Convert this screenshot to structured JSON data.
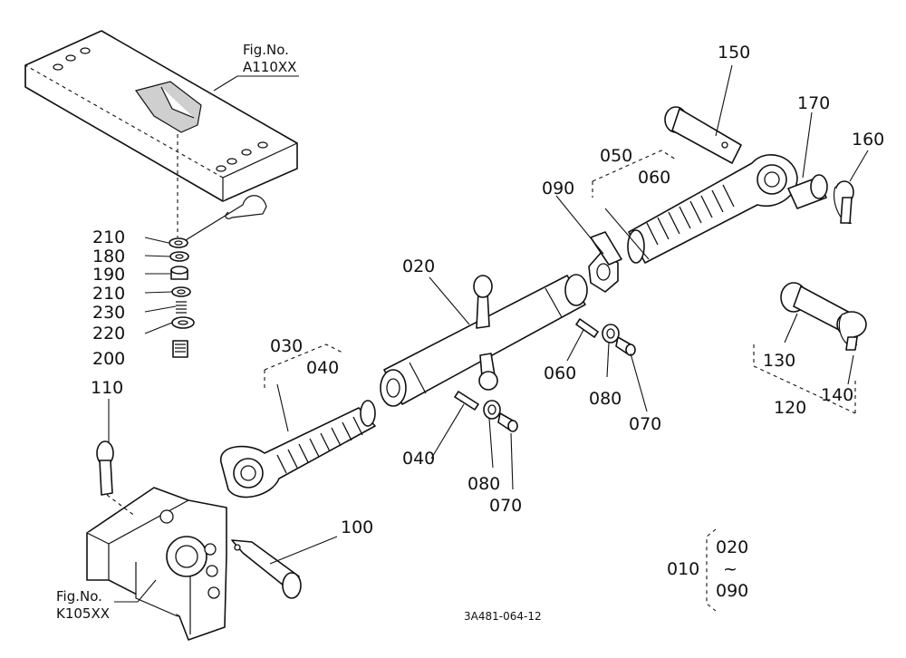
{
  "figure": {
    "ref_top": {
      "line1": "Fig.No.",
      "line2": "A110XX"
    },
    "ref_bottom": {
      "line1": "Fig.No.",
      "line2": "K105XX"
    },
    "code": "3A481-064-12"
  },
  "labels": {
    "p010": "010",
    "p020": "020",
    "p030": "030",
    "p040": "040",
    "p050": "050",
    "p060": "060",
    "p070": "070",
    "p080": "080",
    "p090": "090",
    "p100": "100",
    "p110": "110",
    "p120": "120",
    "p130": "130",
    "p140": "140",
    "p150": "150",
    "p160": "160",
    "p170": "170",
    "p180": "180",
    "p190": "190",
    "p200": "200",
    "p210": "210",
    "p220": "220",
    "p230": "230"
  },
  "assembly_range": {
    "from": "020",
    "tilde": "~",
    "to": "090"
  }
}
